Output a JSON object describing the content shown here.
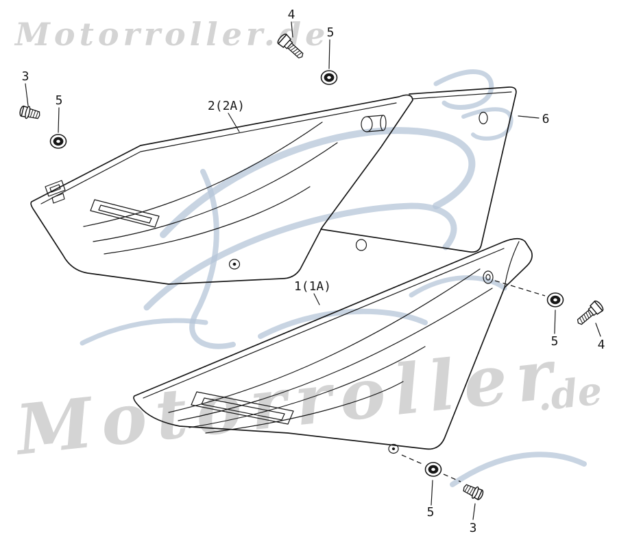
{
  "watermarks": {
    "top_left": "Motorroller.de",
    "diagonal_main": "Motorroller",
    "diagonal_suffix": ".de",
    "text_color": "#d4d4d4",
    "accent_color": "#b6c6d8"
  },
  "diagram": {
    "line_color": "#161616",
    "callouts": [
      {
        "label": "3"
      },
      {
        "label": "5"
      },
      {
        "label": "4"
      },
      {
        "label": "5"
      },
      {
        "label": "2(2A)"
      },
      {
        "label": "6"
      },
      {
        "label": "1(1A)"
      },
      {
        "label": "5"
      },
      {
        "label": "4"
      },
      {
        "label": "5"
      },
      {
        "label": "3"
      }
    ]
  }
}
